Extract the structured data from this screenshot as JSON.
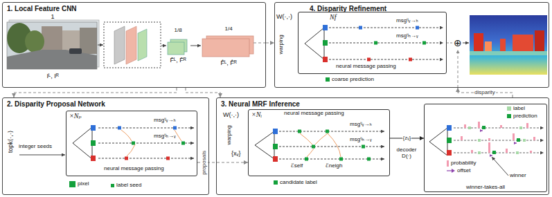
{
  "diagram": {
    "nodes": [
      {
        "text": [
          "1. Local Feature CNN"
        ]
      },
      {
        "text": [
          "4. Disparity Refinement"
        ]
      },
      {
        "text": [
          "2. Disparity Proposal Network"
        ]
      },
      {
        "text": [
          "3. Neural MRF Inference"
        ]
      },
      {
        "text": [
          "Nf"
        ],
        "in": 1
      },
      {
        "text": [
          "×Nₚ"
        ],
        "in": 2
      },
      {
        "text": [
          "×Nᵢ"
        ],
        "in": 3
      },
      {
        "text": [
          "winner-takes-all"
        ],
        "in": 3
      }
    ],
    "edges": [
      {
        "from": 0,
        "to": 1,
        "arrow": "to"
      },
      {
        "from": 0,
        "to": 2,
        "arrow": "to"
      },
      {
        "from": 0,
        "to": 3,
        "arrow": "to"
      },
      {
        "from": 5,
        "to": 6,
        "label": "proposals",
        "arrow": "to"
      },
      {
        "from": 6,
        "to": 7,
        "label": "{zᵥ}",
        "arrow": "to"
      },
      {
        "from": 3,
        "to": 1,
        "label": "disparity",
        "arrow": "to"
      }
    ],
    "labels": [
      "1",
      "Iᴸ, Iᴿ",
      "1/8",
      "F̄ᴸ, F̄ᴿ",
      "1/4",
      "F̂ᴸ, F̂ᴿ",
      "W(·,·)",
      "warping",
      "msgⁱʲᵥ→ₕ",
      "msgⁱʲₕ→ᵥ",
      "neural message passing",
      "⊕",
      "topk⟨·,·⟩",
      "integer seeds",
      "msgⁱʲᵥ→ₕ",
      "msgⁱʲₕ→ᵥ",
      "neural message passing",
      "W(·,·)",
      "warping",
      "{xᵥ}",
      "neural message passing",
      "msgⁱʲᵥ→ₕ",
      "msgⁱʲₕ→ᵥ",
      "ℰself",
      "ℰneigh",
      "decoder D(·)",
      "winner"
    ],
    "legend": [
      {
        "text": "pixel",
        "color": "#14a03c"
      },
      {
        "text": "label seed",
        "color": "#14a03c"
      },
      {
        "text": "candidate label",
        "color": "#14a03c"
      },
      {
        "text": "coarse prediction",
        "color": "#14a03c"
      },
      {
        "text": "label",
        "color": "#a6d9a6"
      },
      {
        "text": "prediction",
        "color": "#14a03c"
      },
      {
        "text": "probability",
        "color": "#f29bb0"
      },
      {
        "text": "offset"
      }
    ]
  }
}
